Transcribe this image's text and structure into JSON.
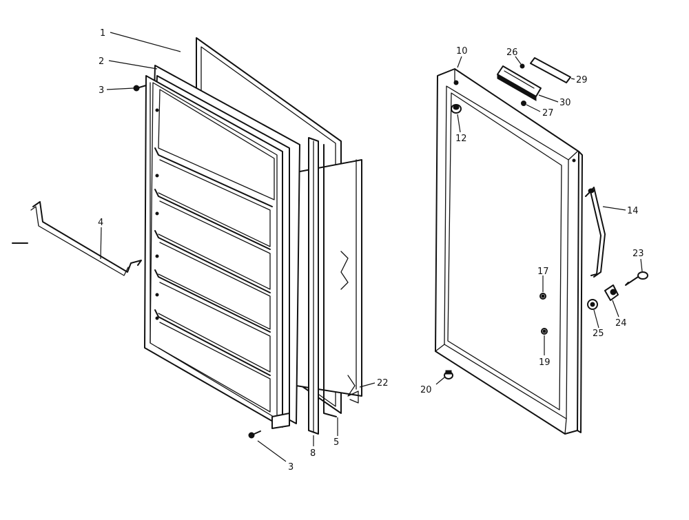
{
  "labels": {
    "p1": "1",
    "p2": "2",
    "p3a": "3",
    "p3b": "3",
    "p4": "4",
    "p5": "5",
    "p8": "8",
    "p10": "10",
    "p12": "12",
    "p14": "14",
    "p17": "17",
    "p19": "19",
    "p20": "20",
    "p22": "22",
    "p23": "23",
    "p24": "24",
    "p25": "25",
    "p26": "26",
    "p27": "27",
    "p29": "29",
    "p30": "30"
  }
}
